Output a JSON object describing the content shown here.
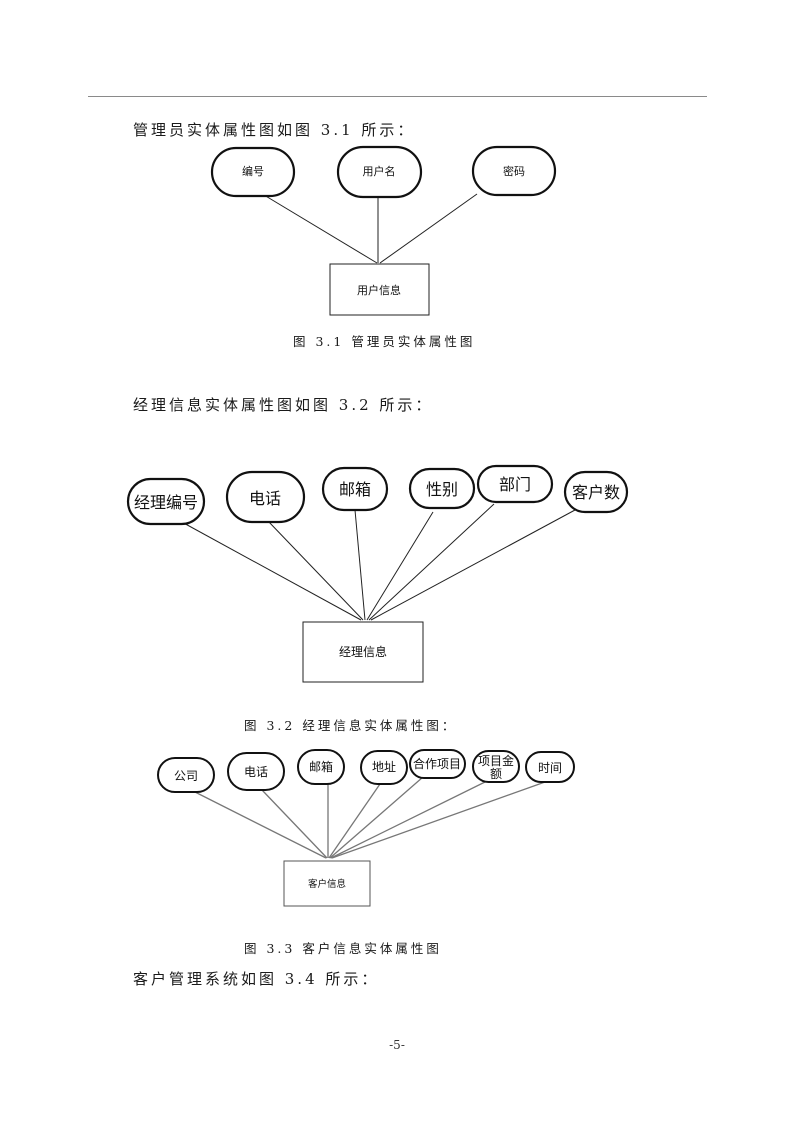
{
  "paragraphs": {
    "p1": "管理员实体属性图如图 3.1 所示：",
    "p2": "经理信息实体属性图如图 3.2 所示：",
    "p3": "客户管理系统如图 3.4 所示："
  },
  "captions": {
    "c1": "图 3.1 管理员实体属性图",
    "c2": "图 3.2  经理信息实体属性图：",
    "c3": "图 3.3  客户信息实体属性图"
  },
  "figure1": {
    "entity": "用户信息",
    "attributes": [
      "编号",
      "用户名",
      "密码"
    ]
  },
  "figure2": {
    "entity": "经理信息",
    "attributes": [
      "经理编号",
      "电话",
      "邮箱",
      "性别",
      "部门",
      "客户数"
    ]
  },
  "figure3": {
    "entity": "客户信息",
    "attributes": [
      "公司",
      "电话",
      "邮箱",
      "地址",
      "合作项目",
      "项目金",
      "额",
      "时间"
    ]
  },
  "page_number": "-5-"
}
